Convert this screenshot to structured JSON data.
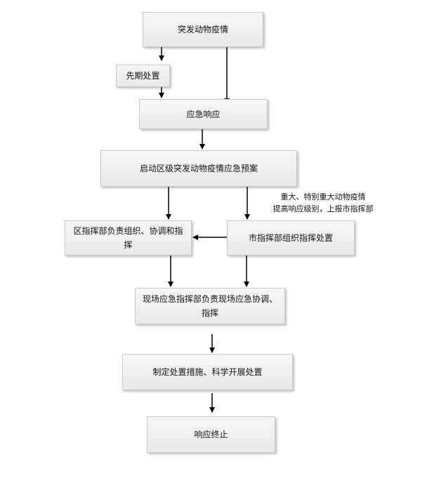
{
  "flowchart": {
    "nodes": [
      {
        "id": "n1",
        "label": "突发动物疫情"
      },
      {
        "id": "n2",
        "label": "先期处置"
      },
      {
        "id": "n3",
        "label": "应急响应"
      },
      {
        "id": "n4",
        "label": "启动区级突发动物疫情应急预案"
      },
      {
        "id": "n5",
        "label": "区指挥部负责组织、协调和指挥"
      },
      {
        "id": "n6",
        "label": "市指挥部组织指挥处置"
      },
      {
        "id": "n7",
        "label": "现场应急指挥部负责现场应急协调、指挥"
      },
      {
        "id": "n8",
        "label": "制定处置措施、科学开展处置"
      },
      {
        "id": "n9",
        "label": "响应终止"
      }
    ],
    "annotation": {
      "line1": "重大、特别重大动物疫情",
      "line2": "提高响应级别，上报市指挥部"
    }
  }
}
